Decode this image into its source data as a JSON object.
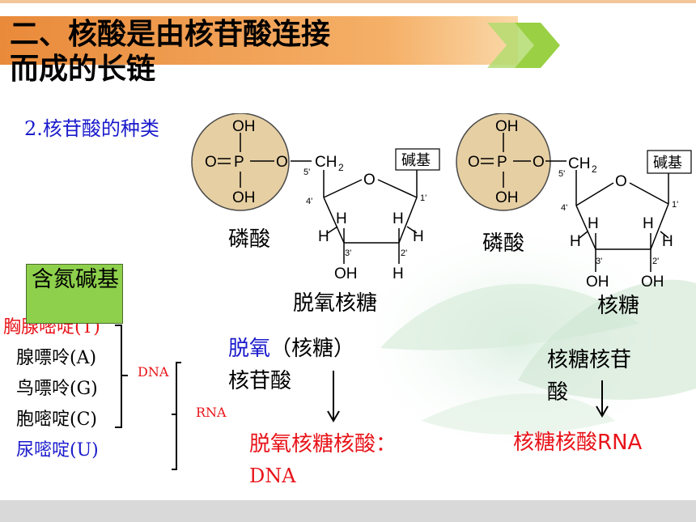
{
  "slide": {
    "title_line1": "二、核酸是由核苷酸连接",
    "title_line2": "而成的长链",
    "subtitle": "2.核苷酸的种类"
  },
  "left_molecule": {
    "phosphate": {
      "oh_top": "OH",
      "p": "P",
      "o_left": "O",
      "oh_bottom": "OH",
      "o_right": "O"
    },
    "ch2": "CH",
    "ch2_sub": "2",
    "pos5": "5'",
    "ring_o": "O",
    "base_box": "碱基",
    "pos4": "4'",
    "pos1": "1'",
    "pos3": "3'",
    "pos2": "2'",
    "h_a": "H",
    "h_b": "H",
    "h_c": "H",
    "h_d": "H",
    "bottom_oh": "OH",
    "bottom_h": "H",
    "phosphate_label": "磷酸",
    "sugar_label": "脱氧核糖"
  },
  "right_molecule": {
    "phosphate": {
      "oh_top": "OH",
      "p": "P",
      "o_left": "O",
      "oh_bottom": "OH",
      "o_right": "O"
    },
    "ch2": "CH",
    "ch2_sub": "2",
    "pos5": "5'",
    "ring_o": "O",
    "base_box": "碱基",
    "pos4": "4'",
    "pos1": "1'",
    "pos3": "3'",
    "pos2": "2'",
    "h_a": "H",
    "h_b": "H",
    "h_c": "H",
    "h_d": "H",
    "bottom_oh_left": "OH",
    "bottom_oh_right": "OH",
    "phosphate_label": "磷酸",
    "sugar_label": "核糖"
  },
  "bases": {
    "box_label": "含氮碱基",
    "partial_red": "胸腺嘧啶(T)",
    "items": [
      "腺嘌呤(A)",
      "鸟嘌呤(G)",
      "胞嘧啶(C)"
    ],
    "u_item": "尿嘧啶(U)",
    "dna_label": "DNA",
    "rna_label": "RNA"
  },
  "flow_left": {
    "deoxy_blue": "脱氧",
    "paren": "（核糖）",
    "line2": "核苷酸",
    "result_line1": "脱氧核糖核酸：",
    "result_line2": "DNA"
  },
  "flow_right": {
    "line1": "核糖核苷",
    "line2": "酸",
    "result": "核糖核酸RNA"
  },
  "colors": {
    "title_bar": "#f0a050",
    "chevron": "#9ad044",
    "phosphate_fill": "#e6cfa3",
    "base_box_fill": "#8ed04c",
    "red": "#e8141a",
    "blue": "#1a1acc",
    "footer": "#d8d8d8"
  }
}
